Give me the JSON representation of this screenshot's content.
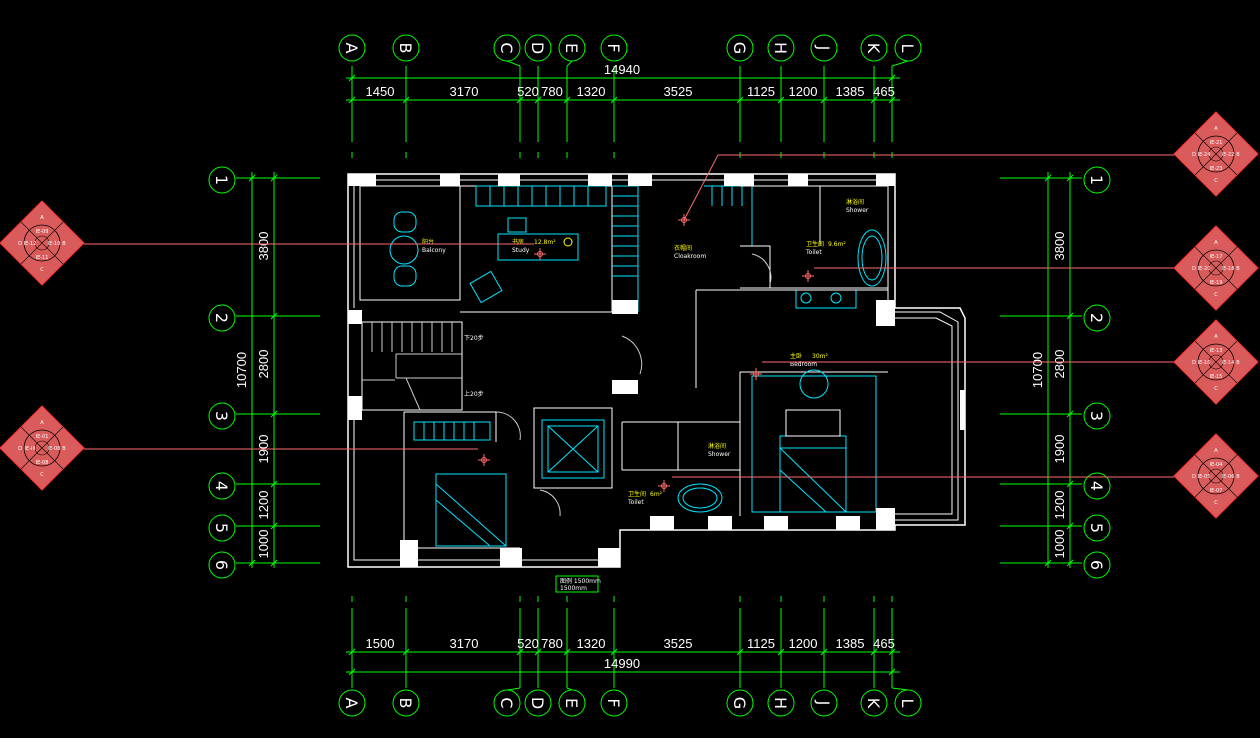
{
  "colors": {
    "background": "#000000",
    "grid": "#00ff00",
    "wall": "#ffffff",
    "furniture": "#00e5ff",
    "marker": "#ff6b6b",
    "room_label": "#ffff00",
    "dim_text": "#ffffff"
  },
  "grid_columns": [
    "A",
    "B",
    "C",
    "D",
    "E",
    "F",
    "G",
    "H",
    "J",
    "K",
    "L"
  ],
  "grid_rows": [
    "1",
    "2",
    "3",
    "4",
    "5",
    "6"
  ],
  "dims_top": {
    "total": "14940",
    "segments": [
      "1450",
      "3170",
      "520",
      "780",
      "1320",
      "3525",
      "1125",
      "1200",
      "1385",
      "465"
    ]
  },
  "dims_bottom": {
    "total": "14990",
    "segments": [
      "1500",
      "3170",
      "520",
      "780",
      "1320",
      "3525",
      "1125",
      "1200",
      "1385",
      "465"
    ]
  },
  "dims_left": {
    "total": "10700",
    "segments": [
      "3800",
      "2800",
      "1900",
      "1200",
      "1000"
    ]
  },
  "dims_right": {
    "total": "10700",
    "segments": [
      "3800",
      "2800",
      "1900",
      "1200",
      "1000"
    ]
  },
  "rooms": [
    {
      "name": "阳台",
      "sub": "Balcony"
    },
    {
      "name": "书房",
      "area": "12.8m²",
      "sub": "Study"
    },
    {
      "name": "衣帽间",
      "sub": "Cloakroom"
    },
    {
      "name": "卫生间",
      "area": "9.6m²",
      "sub": "Toilet"
    },
    {
      "name": "淋浴间",
      "sub": "Shower"
    },
    {
      "name": "主卧",
      "area": "30m²",
      "sub": "Bedroom"
    },
    {
      "name": "卫生间",
      "area": "6m²",
      "sub": "Toilet"
    },
    {
      "name": "淋浴间",
      "sub": "Shower"
    }
  ],
  "stairs": {
    "down": "下20步",
    "up": "上20步"
  },
  "elevation_markers": [
    {
      "top": "A",
      "left": "IE-12",
      "right": "IE-10",
      "center": "IE-09",
      "bottom": "IE-11",
      "letters": [
        "A",
        "B",
        "C",
        "D"
      ]
    },
    {
      "top": "A",
      "left": "IE-III",
      "right": "IE-08",
      "center": "IE-01",
      "bottom": "IE-08",
      "letters": [
        "A",
        "B",
        "C",
        "D"
      ]
    },
    {
      "top": "A",
      "left": "IE-24",
      "right": "IE-22",
      "center": "IE-21",
      "bottom": "IE-23",
      "letters": [
        "A",
        "B",
        "C",
        "D"
      ]
    },
    {
      "top": "A",
      "left": "IE-20",
      "right": "IE-18",
      "center": "IE-17",
      "bottom": "IE-19",
      "letters": [
        "A",
        "B",
        "C",
        "D"
      ]
    },
    {
      "top": "A",
      "left": "IE-16",
      "right": "IE-14",
      "center": "IE-13",
      "bottom": "IE-15",
      "letters": [
        "A",
        "B",
        "C",
        "D"
      ]
    },
    {
      "top": "A",
      "left": "IE-05",
      "right": "IE-06",
      "center": "IE-04",
      "bottom": "IE-07",
      "letters": [
        "A",
        "B",
        "C",
        "D"
      ]
    }
  ],
  "legend": {
    "line1": "图例  1500mm",
    "line2": "      1500mm"
  }
}
